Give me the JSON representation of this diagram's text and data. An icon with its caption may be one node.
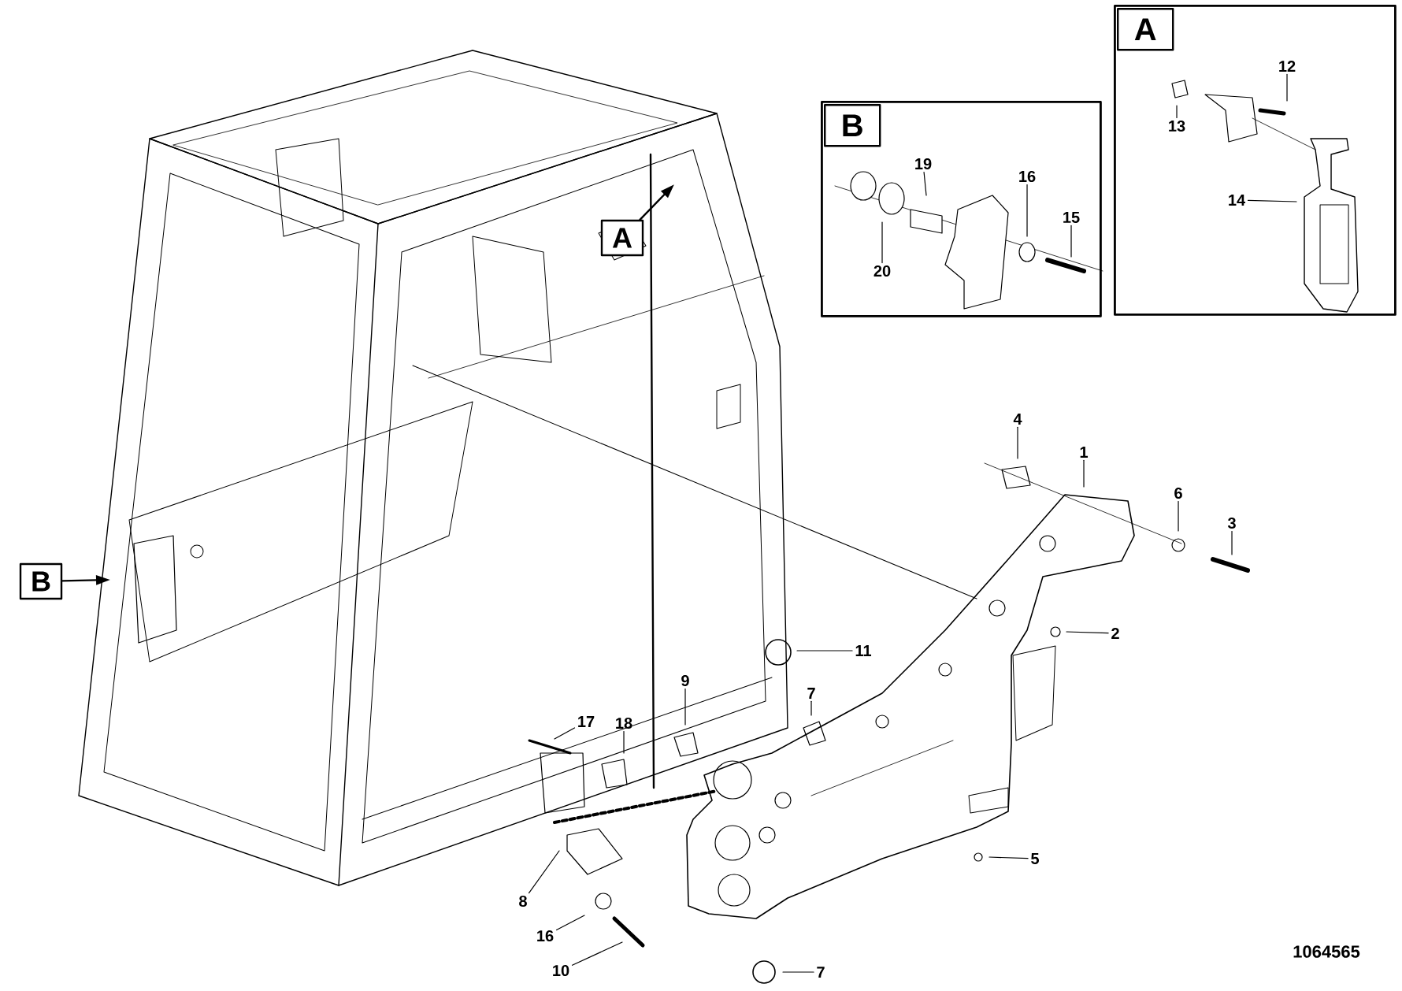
{
  "diagram": {
    "nodes": [
      {
        "text": [
          "B"
        ]
      },
      {
        "text": [
          "19"
        ],
        "in": 0
      },
      {
        "text": [
          "20"
        ],
        "in": 0
      },
      {
        "text": [
          "16"
        ],
        "in": 0
      },
      {
        "text": [
          "15"
        ],
        "in": 0
      },
      {
        "text": [
          "A"
        ]
      },
      {
        "text": [
          "13"
        ],
        "in": 5
      },
      {
        "text": [
          "12"
        ],
        "in": 5
      },
      {
        "text": [
          "14"
        ],
        "in": 5
      },
      {
        "text": [
          "A"
        ]
      },
      {
        "text": [
          "B"
        ]
      },
      {
        "text": [
          "4"
        ]
      },
      {
        "text": [
          "1"
        ]
      },
      {
        "text": [
          "6"
        ]
      },
      {
        "text": [
          "3"
        ]
      },
      {
        "text": [
          "2"
        ]
      },
      {
        "text": [
          "11"
        ]
      },
      {
        "text": [
          "9"
        ]
      },
      {
        "text": [
          "7"
        ]
      },
      {
        "text": [
          "17"
        ]
      },
      {
        "text": [
          "18"
        ]
      },
      {
        "text": [
          "8"
        ]
      },
      {
        "text": [
          "16"
        ]
      },
      {
        "text": [
          "10"
        ]
      },
      {
        "text": [
          "7"
        ]
      },
      {
        "text": [
          "5"
        ]
      }
    ],
    "edges": [
      {
        "from": 1,
        "to": null,
        "arrow": "none"
      },
      {
        "from": 2,
        "to": null,
        "arrow": "none"
      },
      {
        "from": 3,
        "to": null,
        "arrow": "none"
      },
      {
        "from": 4,
        "to": null,
        "arrow": "none"
      },
      {
        "from": 6,
        "to": null,
        "arrow": "none"
      },
      {
        "from": 7,
        "to": null,
        "arrow": "none"
      },
      {
        "from": 8,
        "to": null,
        "arrow": "none"
      },
      {
        "from": 9,
        "to": null,
        "arrow": "to"
      },
      {
        "from": 10,
        "to": null,
        "arrow": "to"
      },
      {
        "from": 11,
        "to": null,
        "arrow": "none"
      },
      {
        "from": 12,
        "to": null,
        "arrow": "none"
      },
      {
        "from": 13,
        "to": null,
        "arrow": "none"
      },
      {
        "from": 14,
        "to": null,
        "arrow": "none"
      },
      {
        "from": 15,
        "to": null,
        "arrow": "none"
      },
      {
        "from": 16,
        "to": null,
        "arrow": "none"
      },
      {
        "from": 17,
        "to": null,
        "arrow": "none"
      },
      {
        "from": 18,
        "to": null,
        "arrow": "none"
      },
      {
        "from": 19,
        "to": null,
        "arrow": "none"
      },
      {
        "from": 20,
        "to": null,
        "arrow": "none"
      },
      {
        "from": 21,
        "to": null,
        "arrow": "none"
      },
      {
        "from": 22,
        "to": null,
        "arrow": "none"
      },
      {
        "from": 23,
        "to": null,
        "arrow": "none"
      },
      {
        "from": 24,
        "to": null,
        "arrow": "none"
      },
      {
        "from": 25,
        "to": null,
        "arrow": "none"
      }
    ],
    "labels": [
      "1064565"
    ]
  }
}
